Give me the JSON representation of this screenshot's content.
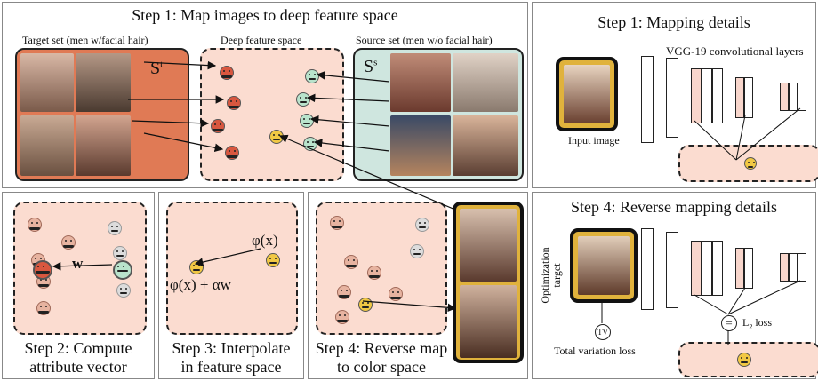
{
  "colors": {
    "target_bg": "#e07a55",
    "source_bg": "#cfe6df",
    "feature_bg": "#fbdcd0",
    "frame_gold": "#e0b23c"
  },
  "step1": {
    "title": "Step 1: Map images to deep feature space",
    "target_label": "Target set (men w/facial hair)",
    "feature_label": "Deep feature space",
    "source_label": "Source set (men w/o facial hair)",
    "st": "S",
    "st_sup": "t",
    "ss": "S",
    "ss_sup": "s"
  },
  "details1": {
    "title": "Step 1: Mapping details",
    "vgg_label": "VGG-19 convolutional layers",
    "input_label": "Input image"
  },
  "details4": {
    "title": "Step 4: Reverse mapping details",
    "opt_label": "Optimization target",
    "tv_circle": "TV",
    "tv_label": "Total variation loss",
    "l2_circle": "=",
    "l2_label": "L",
    "l2_sub": "2",
    "l2_rest": " loss"
  },
  "step2": {
    "caption_line1": "Step 2: Compute",
    "caption_line2": "attribute vector",
    "w": "w"
  },
  "step3": {
    "caption_line1": "Step 3: Interpolate",
    "caption_line2": "in feature space",
    "phi": "φ(x)",
    "phi_alpha": "φ(x) + αw"
  },
  "step4": {
    "caption_line1": "Step 4: Reverse map",
    "caption_line2": "to color space"
  }
}
